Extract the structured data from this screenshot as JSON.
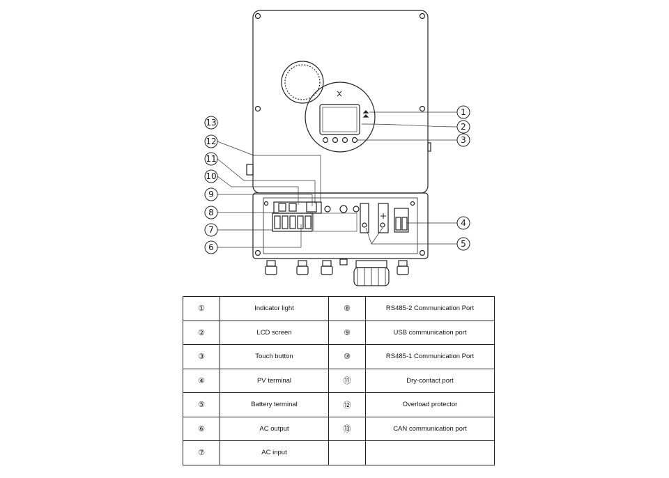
{
  "callouts": [
    "①",
    "②",
    "③",
    "④",
    "⑤",
    "⑥",
    "⑦",
    "⑧",
    "⑨",
    "⑩",
    "⑪",
    "⑫",
    "⑬"
  ],
  "rows": [
    {
      "left": {
        "num": "①",
        "label": "Indicator light"
      },
      "right": {
        "num": "⑧",
        "label": "RS485-2 Communication Port"
      }
    },
    {
      "left": {
        "num": "②",
        "label": "LCD screen"
      },
      "right": {
        "num": "⑨",
        "label": "USB communication port"
      }
    },
    {
      "left": {
        "num": "③",
        "label": "Touch button"
      },
      "right": {
        "num": "⑩",
        "label": "RS485-1 Communication Port"
      }
    },
    {
      "left": {
        "num": "④",
        "label": "PV terminal"
      },
      "right": {
        "num": "⑪",
        "label": "Dry-contact port"
      }
    },
    {
      "left": {
        "num": "⑤",
        "label": "Battery terminal"
      },
      "right": {
        "num": "⑫",
        "label": "Overload protector"
      }
    },
    {
      "left": {
        "num": "⑥",
        "label": "AC output"
      },
      "right": {
        "num": "⑬",
        "label": "CAN communication port"
      }
    },
    {
      "left": {
        "num": "⑦",
        "label": "AC input"
      },
      "right": {
        "num": "",
        "label": ""
      }
    }
  ]
}
